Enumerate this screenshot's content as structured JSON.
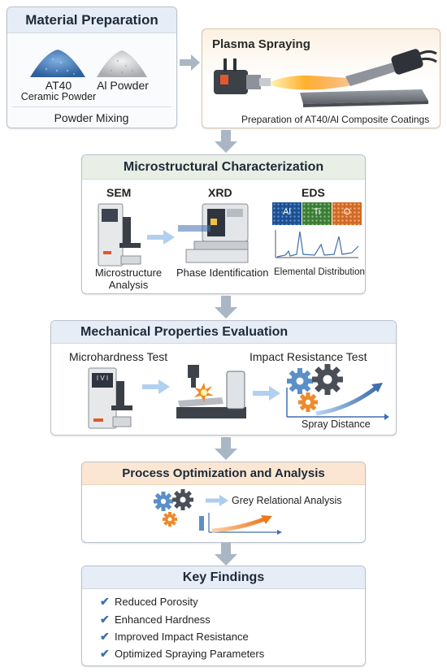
{
  "material": {
    "title": "Material Preparation",
    "powder1_label_line1": "AT40",
    "powder1_label_line2": "Ceramic Powder",
    "powder2_label": "Al Powder",
    "footer": "Powder Mixing"
  },
  "plasma": {
    "title": "Plasma Spraying",
    "caption": "Preparation of AT40/Al Composite Coatings"
  },
  "micro": {
    "title": "Microstructural Characterization",
    "sem_label": "SEM",
    "xrd_label": "XRD",
    "eds_label": "EDS",
    "eds_maps": [
      "Al",
      "Ti",
      "O"
    ],
    "sem_caption_line1": "Microstructure",
    "sem_caption_line2": "Analysis",
    "xrd_caption": "Phase Identification",
    "eds_caption": "Elemental Distribution"
  },
  "mech": {
    "title": "Mechanical Properties Evaluation",
    "hardness_label": "Microhardness Test",
    "impact_label": "Impact Resistance Test",
    "hardness_display": "I V I",
    "axis_label": "Spray Distance"
  },
  "process": {
    "title": "Process Optimization and Analysis",
    "analysis_label": "Grey Relational Analysis"
  },
  "findings": {
    "title": "Key Findings",
    "items": [
      "Reduced Porosity",
      "Enhanced Hardness",
      "Improved Impact Resistance",
      "Optimized Spraying Parameters"
    ]
  },
  "colors": {
    "accent_blue": "#3f6fae",
    "flame_orange": "#f08a24",
    "gear_blue": "#5b8fc7",
    "gear_dark": "#4a4f57",
    "gear_orange": "#ee8a2c"
  }
}
